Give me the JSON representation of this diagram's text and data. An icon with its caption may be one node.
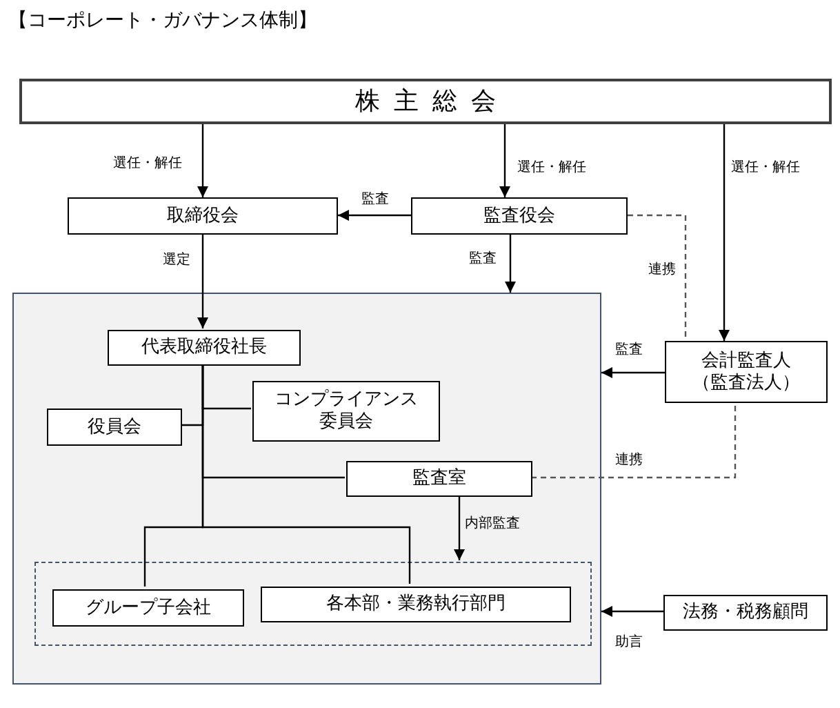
{
  "diagram": {
    "title": "【コーポレート・ガバナンス体制】",
    "nodes": [
      {
        "text": [
          "株主総会"
        ]
      },
      {
        "text": [
          "取締役会"
        ]
      },
      {
        "text": [
          "監査役会"
        ]
      },
      {
        "text": [],
        "shape": "box"
      },
      {
        "text": [
          "代表取締役社長"
        ],
        "in": 3
      },
      {
        "text": [
          "コンプライアンス委員会"
        ],
        "in": 3
      },
      {
        "text": [
          "役員会"
        ],
        "in": 3
      },
      {
        "text": [
          "監査室"
        ],
        "in": 3
      },
      {
        "text": [],
        "shape": "box",
        "in": 3
      },
      {
        "text": [
          "グループ子会社"
        ],
        "in": 8
      },
      {
        "text": [
          "各本部・業務執行部門"
        ],
        "in": 8
      },
      {
        "text": [
          "会計監査人（監査法人）"
        ]
      },
      {
        "text": [
          "法務・税務顧問"
        ]
      }
    ],
    "edges": [
      {
        "from": 0,
        "to": 1,
        "arrow": "to",
        "label": "選任・解任"
      },
      {
        "from": 0,
        "to": 2,
        "arrow": "to",
        "label": "選任・解任"
      },
      {
        "from": 0,
        "to": 11,
        "arrow": "to",
        "label": "選任・解任"
      },
      {
        "from": 2,
        "to": 1,
        "arrow": "to",
        "label": "監査"
      },
      {
        "from": 1,
        "to": 4,
        "arrow": "to",
        "label": "選定"
      },
      {
        "from": 2,
        "to": 3,
        "arrow": "to",
        "label": "監査"
      },
      {
        "from": 2,
        "to": 11,
        "arrow": "none",
        "label": "連携",
        "style": "dashed"
      },
      {
        "from": 11,
        "to": 3,
        "arrow": "to",
        "label": "監査"
      },
      {
        "from": 7,
        "to": 11,
        "arrow": "none",
        "label": "連携",
        "style": "dashed"
      },
      {
        "from": 7,
        "to": 8,
        "arrow": "to",
        "label": "内部監査"
      },
      {
        "from": 12,
        "to": 3,
        "arrow": "to",
        "label": "助言"
      },
      {
        "from": 4,
        "to": 5,
        "arrow": "none"
      },
      {
        "from": 4,
        "to": 6,
        "arrow": "none"
      },
      {
        "from": 4,
        "to": 7,
        "arrow": "none"
      },
      {
        "from": 4,
        "to": 9,
        "arrow": "none"
      },
      {
        "from": 4,
        "to": 10,
        "arrow": "none"
      }
    ]
  }
}
